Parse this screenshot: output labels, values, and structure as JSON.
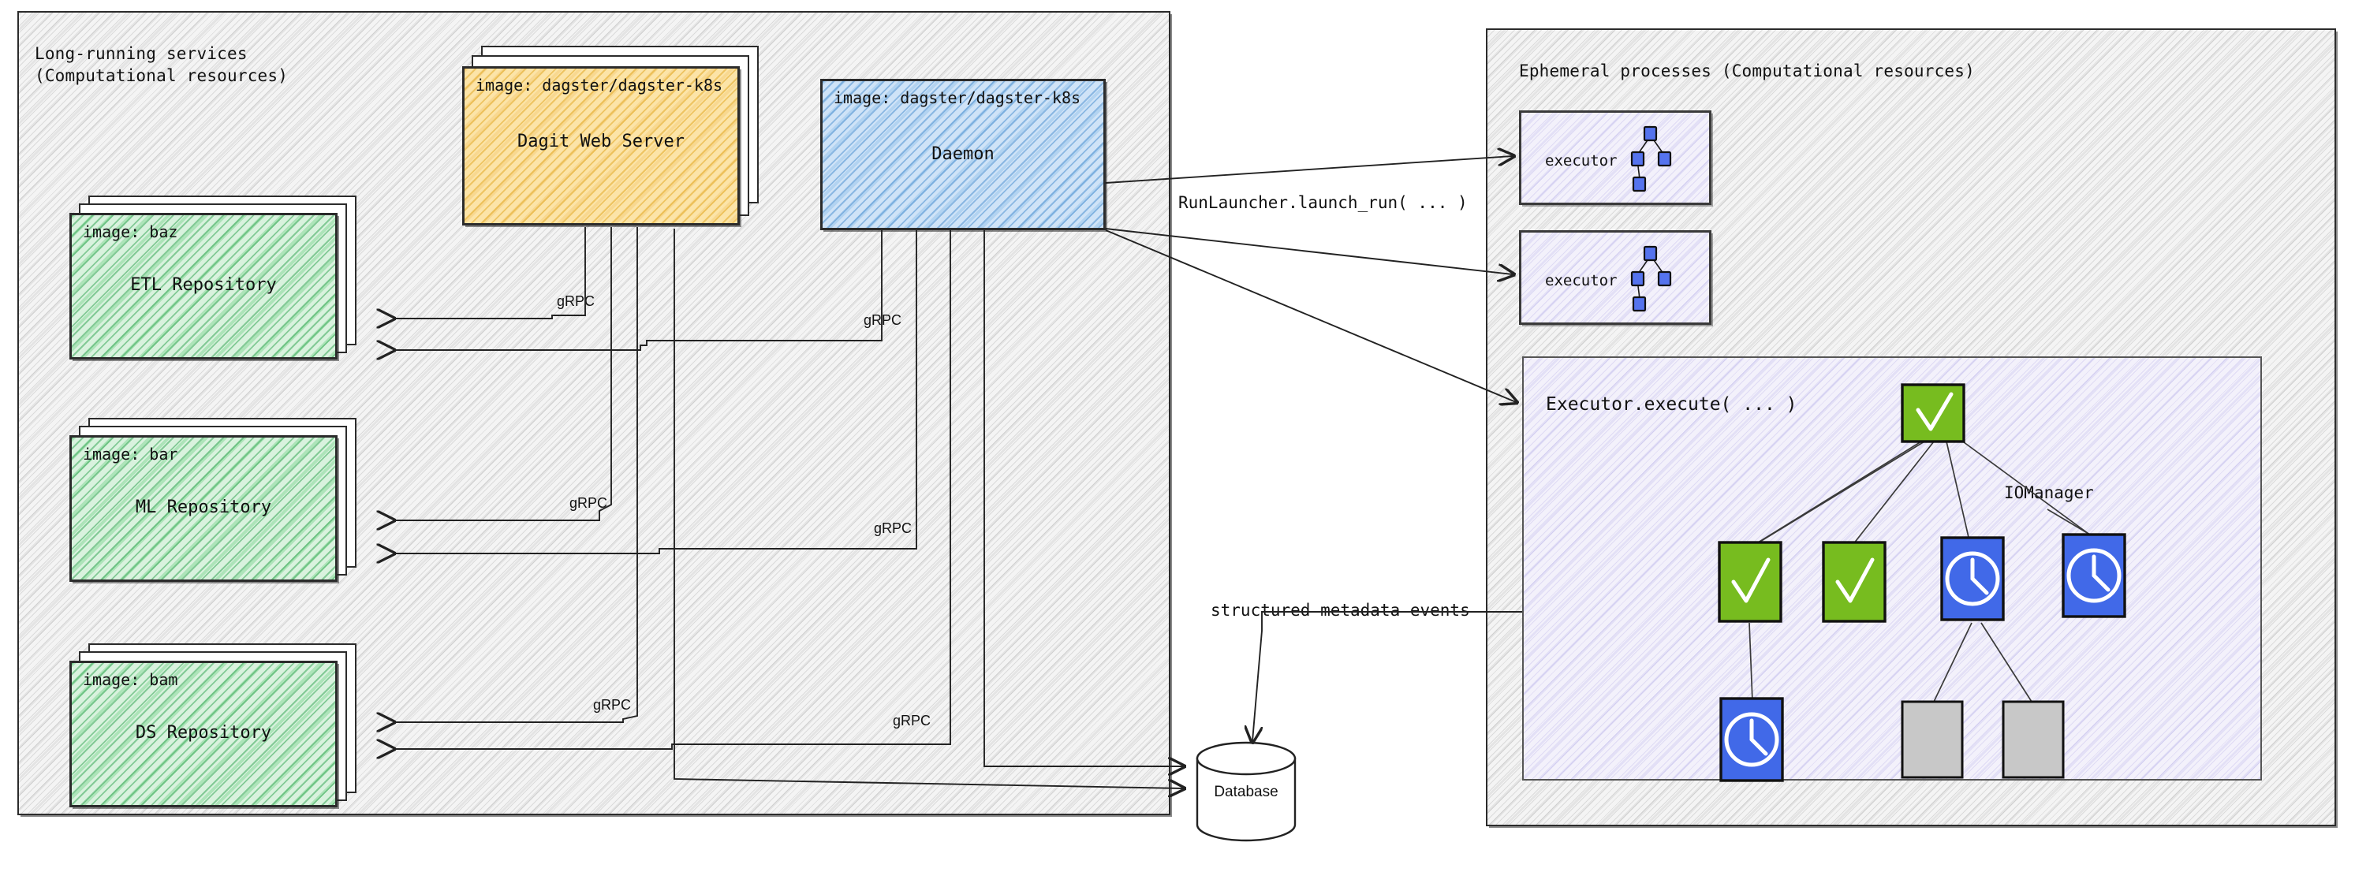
{
  "panels": {
    "left": {
      "title": "Long-running services\n(Computational resources)"
    },
    "right": {
      "title": "Ephemeral processes (Computational resources)"
    }
  },
  "services": [
    {
      "image": "image: dagster/dagster-k8s",
      "name": "Dagit Web Server"
    },
    {
      "image": "image: dagster/dagster-k8s",
      "name": "Daemon"
    }
  ],
  "repositories": [
    {
      "image": "image: baz",
      "name": "ETL Repository"
    },
    {
      "image": "image: bar",
      "name": "ML Repository"
    },
    {
      "image": "image: bam",
      "name": "DS Repository"
    }
  ],
  "executors": [
    {
      "label": "executor"
    },
    {
      "label": "executor"
    }
  ],
  "execute_panel": {
    "title": "Executor.execute( ... )",
    "iomanager_label": "IOManager"
  },
  "edge_labels": {
    "grpc": "gRPC",
    "grpc_list": [
      "gRPC",
      "gRPC",
      "gRPC",
      "gRPC",
      "gRPC",
      "gRPC"
    ],
    "run_launcher": "RunLauncher.launch_run( ... )",
    "metadata_events": "structured metadata events"
  },
  "database": {
    "label": "Database"
  },
  "colors": {
    "dagit_fill": "#fce4a8",
    "daemon_fill": "#cfe3f7",
    "repository_fill": "#d9f2de",
    "executor_fill": "#f3f1fb",
    "node_success": "#77bc1f",
    "node_running": "#4169e8",
    "node_pending": "#c8c8c8",
    "stroke": "#2b2b2b"
  },
  "dag": {
    "nodes": [
      {
        "id": "root",
        "status": "success"
      },
      {
        "id": "a",
        "status": "success"
      },
      {
        "id": "b",
        "status": "success"
      },
      {
        "id": "c",
        "status": "running"
      },
      {
        "id": "d",
        "status": "running"
      },
      {
        "id": "e",
        "status": "running"
      },
      {
        "id": "f",
        "status": "pending"
      },
      {
        "id": "g",
        "status": "pending"
      }
    ]
  }
}
